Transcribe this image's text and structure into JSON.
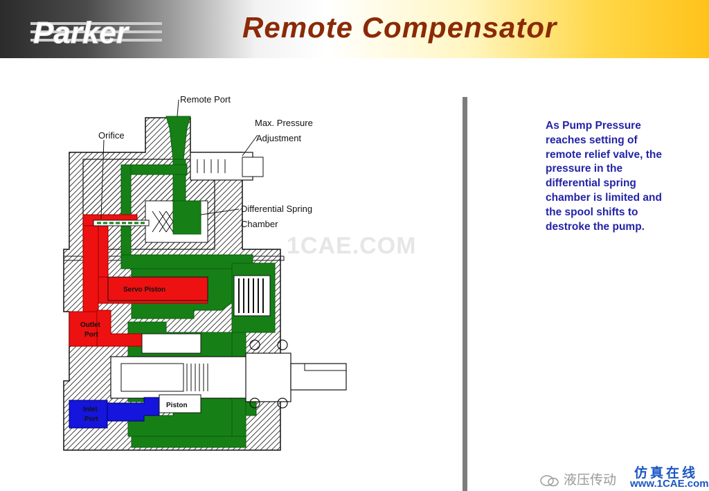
{
  "header": {
    "logo_text": "Parker",
    "title": "Remote Compensator"
  },
  "diagram": {
    "labels": {
      "remote_port": "Remote Port",
      "max_pressure_1": "Max. Pressure",
      "max_pressure_2": "Adjustment",
      "orifice": "Orifice",
      "diff_spring_1": "Differential Spring",
      "diff_spring_2": "Chamber",
      "servo_piston": "Servo Piston",
      "outlet_port_1": "Outlet",
      "outlet_port_2": "Port",
      "inlet_port_1": "Inlet",
      "inlet_port_2": "Port",
      "piston": "Piston"
    },
    "colors": {
      "pressure": "#ee1111",
      "inlet": "#1515dd",
      "case": "#168016",
      "body_outline": "#111111"
    }
  },
  "description": "As  Pump Pressure\nreaches   setting of\nremote relief valve, the\npressure in the\ndifferential spring\nchamber is limited and\nthe spool shifts to\ndestroke the pump.",
  "watermarks": {
    "center": "1CAE.COM",
    "footer_text": "液压传动",
    "brand_cn": "仿真在线",
    "brand_url": "www.1CAE.com"
  }
}
